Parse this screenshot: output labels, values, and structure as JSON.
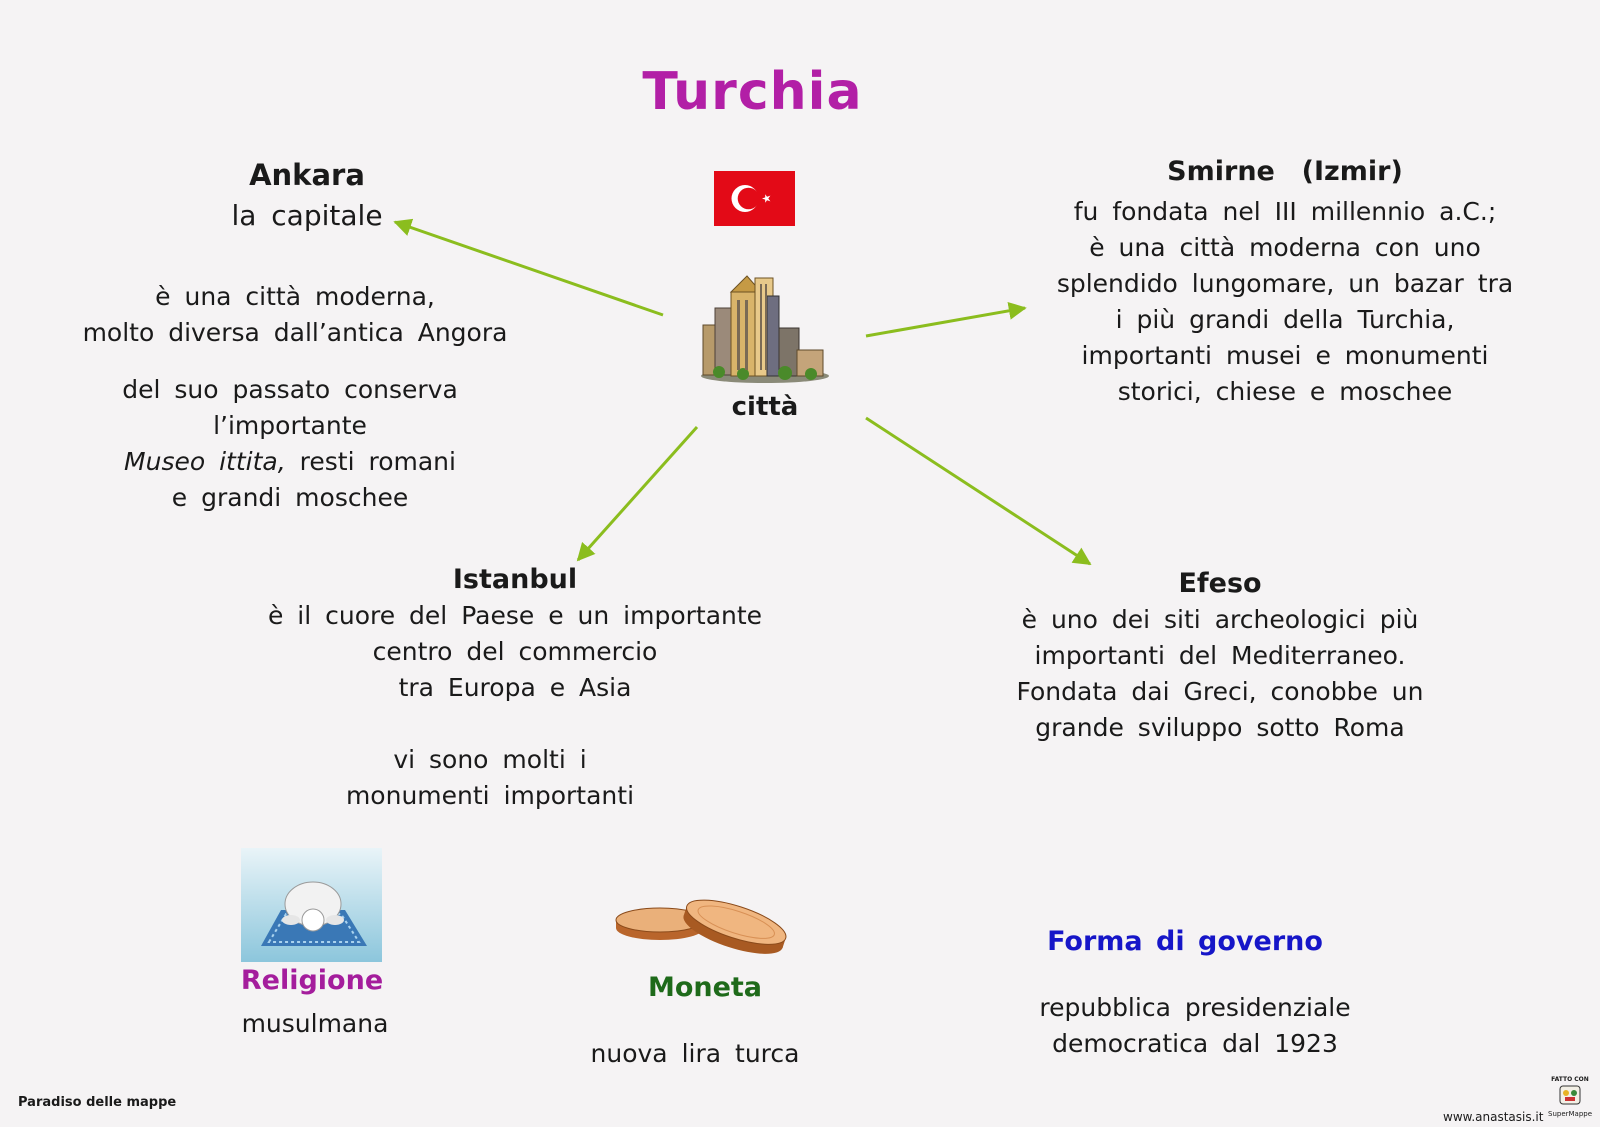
{
  "title": "Turchia",
  "center": {
    "label": "città"
  },
  "ankara": {
    "heading": "Ankara",
    "subtitle": "la capitale",
    "desc": [
      "è una città moderna,",
      "molto diversa dall’antica Angora"
    ],
    "past": [
      "del suo passato conserva",
      "l’importante"
    ],
    "past_museum": "Museo ittita,",
    "past_museum_rest": " resti romani",
    "past_end": "e grandi moschee"
  },
  "smirne": {
    "heading": "Smirne  (Izmir)",
    "lines": [
      "fu fondata nel III millennio a.C.;",
      "è una città moderna con uno",
      "splendido lungomare, un bazar tra",
      "i più grandi della Turchia,",
      "importanti musei e monumenti",
      "storici, chiese e moschee"
    ]
  },
  "istanbul": {
    "heading": "Istanbul",
    "lines": [
      "è il cuore del Paese e un importante",
      "centro del commercio",
      "tra Europa e Asia"
    ],
    "lines2": [
      "vi sono molti i",
      "monumenti importanti"
    ]
  },
  "efeso": {
    "heading": "Efeso",
    "lines": [
      "è uno dei siti archeologici più",
      "importanti del Mediterraneo.",
      "Fondata dai Greci, conobbe un",
      "grande sviluppo sotto Roma"
    ]
  },
  "religione": {
    "label": "Religione",
    "value": "musulmana"
  },
  "moneta": {
    "label": "Moneta",
    "value": "nuova lira turca"
  },
  "governo": {
    "label": "Forma di governo",
    "lines": [
      "repubblica presidenziale",
      "democratica dal 1923"
    ]
  },
  "footer": {
    "credit": "Paradiso delle mappe",
    "url": "www.anastasis.it",
    "badge_top": "FATTO CON",
    "badge_bottom": "SuperMappe"
  },
  "colors": {
    "title": "#b21fa6",
    "arrows": "#8bbd1e",
    "religione": "#a41d9c",
    "moneta": "#1e6a1a",
    "governo": "#1616c8",
    "flag": "#e30a17"
  }
}
